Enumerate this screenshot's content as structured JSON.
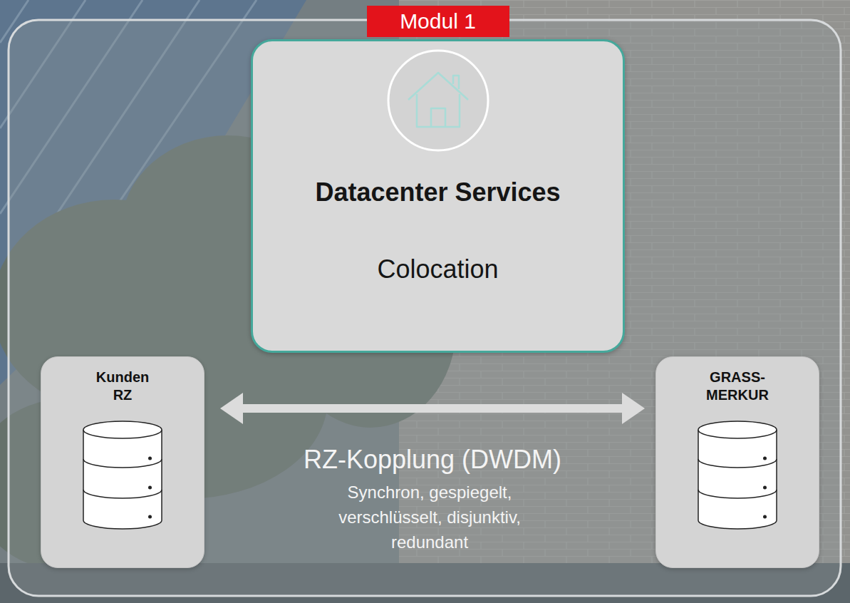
{
  "diagram": {
    "nodes": [
      {
        "text": [
          "Modul 1",
          "Datacenter Services",
          "Colocation"
        ]
      },
      {
        "text": [
          "Kunden RZ"
        ]
      },
      {
        "text": [
          "GRASS- MERKUR"
        ]
      }
    ],
    "edges": [
      {
        "from": 1,
        "to": 2,
        "arrow": "both",
        "label": "RZ-Kopplung (DWDM)"
      }
    ],
    "labels": [
      "Synchron, gespiegelt, verschlüsselt, disjunktiv, redundant"
    ]
  }
}
